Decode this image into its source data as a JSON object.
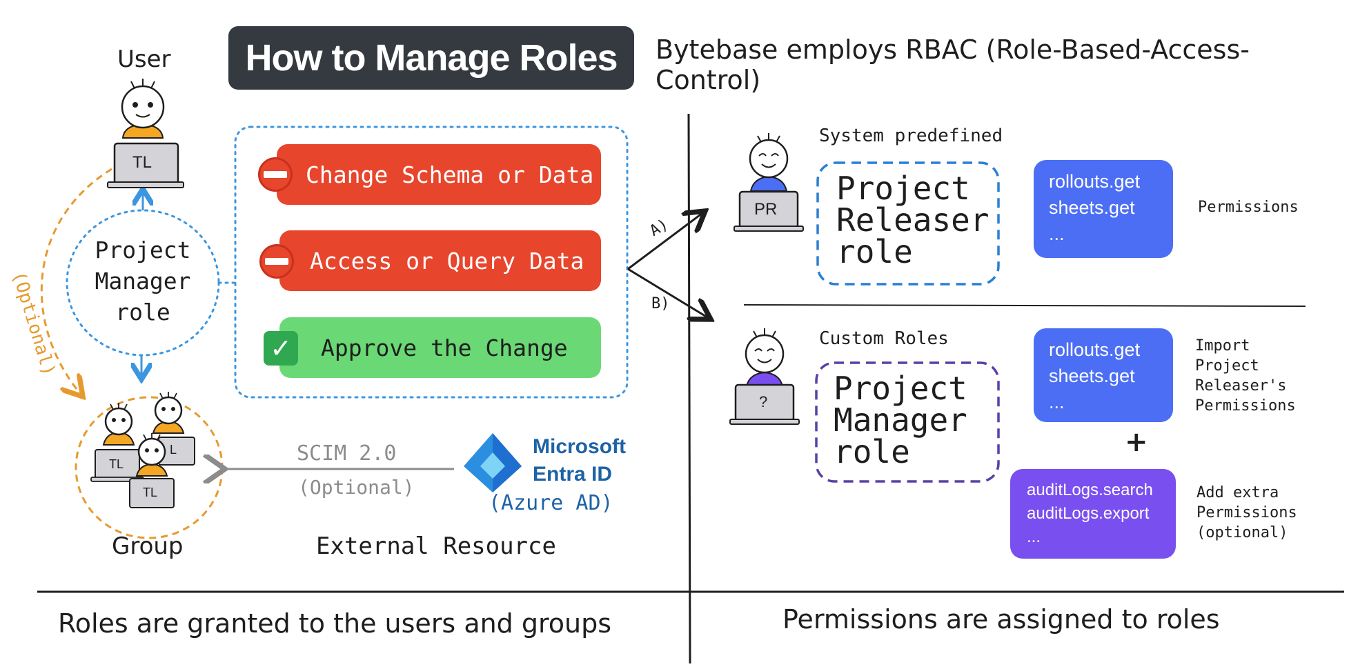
{
  "title": "How to Manage Roles",
  "subtitle": "Bytebase employs RBAC (Role-Based-Access-Control)",
  "left": {
    "user_label": "User",
    "user_laptop": "TL",
    "pm_role": [
      "Project",
      "Manager",
      "role"
    ],
    "optional": "(Optional)",
    "group_label": "Group",
    "group_laptops": [
      "TL",
      "L",
      "TL"
    ],
    "external_label": "External Resource",
    "scim": "SCIM 2.0",
    "scim_optional": "(Optional)",
    "ms_line1": "Microsoft",
    "ms_line2": "Entra ID",
    "ms_azure": "(Azure AD)"
  },
  "permissions": [
    {
      "label": "Change Schema or Data",
      "status": "denied"
    },
    {
      "label": "Access or Query Data",
      "status": "denied"
    },
    {
      "label": "Approve the Change",
      "status": "allowed"
    }
  ],
  "branches": {
    "a": "A)",
    "b": "B)"
  },
  "right": {
    "system_label": "System predefined",
    "system_laptop": "PR",
    "system_role": [
      "Project",
      "Releaser",
      "role"
    ],
    "system_perms": [
      "rollouts.get",
      "sheets.get",
      "..."
    ],
    "system_side": "Permissions",
    "custom_label": "Custom Roles",
    "custom_laptop": "?",
    "custom_role": [
      "Project",
      "Manager",
      "role"
    ],
    "custom_perms": [
      "rollouts.get",
      "sheets.get",
      "..."
    ],
    "custom_side": [
      "Import",
      "Project",
      "Releaser's",
      "Permissions"
    ],
    "plus": "+",
    "extra_perms": [
      "auditLogs.search",
      "auditLogs.export",
      "..."
    ],
    "extra_side": [
      "Add extra",
      "Permissions",
      "(optional)"
    ]
  },
  "bottom": {
    "left": "Roles are granted to the users and groups",
    "right": "Permissions are assigned to roles"
  },
  "colors": {
    "denied": "#e8452d",
    "allowed": "#6ad975",
    "blue_card": "#4c6ef5",
    "purple_card": "#7a4ff0",
    "dotted_blue": "#3b96e0",
    "orange": "#e69a2e",
    "title_bg": "#343a40"
  }
}
